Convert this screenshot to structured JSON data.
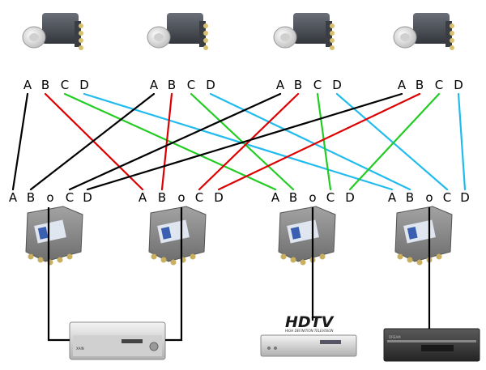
{
  "diagram": {
    "lnbs": [
      {
        "ports": [
          "A",
          "B",
          "C",
          "D"
        ]
      },
      {
        "ports": [
          "A",
          "B",
          "C",
          "D"
        ]
      },
      {
        "ports": [
          "A",
          "B",
          "C",
          "D"
        ]
      },
      {
        "ports": [
          "A",
          "B",
          "C",
          "D"
        ]
      }
    ],
    "switches": [
      {
        "ports": [
          "A",
          "B",
          "o",
          "C",
          "D"
        ]
      },
      {
        "ports": [
          "A",
          "B",
          "o",
          "C",
          "D"
        ]
      },
      {
        "ports": [
          "A",
          "B",
          "o",
          "C",
          "D"
        ]
      },
      {
        "ports": [
          "A",
          "B",
          "o",
          "C",
          "D"
        ]
      }
    ],
    "receivers": [
      {
        "type": "slim-receiver",
        "brand": "XAIN"
      },
      {
        "type": "hdtv-receiver",
        "badge": "HDTV",
        "badge_sub": "HIGH DEFINITION TELEVISION"
      },
      {
        "type": "dreambox-receiver",
        "brand": "DREAM"
      }
    ],
    "connections": [
      {
        "lnb": 0,
        "port": "A",
        "switch": 0,
        "switch_port": "A",
        "color": "#000000"
      },
      {
        "lnb": 0,
        "port": "B",
        "switch": 1,
        "switch_port": "A",
        "color": "#dd0000"
      },
      {
        "lnb": 0,
        "port": "C",
        "switch": 2,
        "switch_port": "A",
        "color": "#22cc22"
      },
      {
        "lnb": 0,
        "port": "D",
        "switch": 3,
        "switch_port": "A",
        "color": "#22bbee"
      },
      {
        "lnb": 1,
        "port": "A",
        "switch": 0,
        "switch_port": "B",
        "color": "#000000"
      },
      {
        "lnb": 1,
        "port": "B",
        "switch": 1,
        "switch_port": "B",
        "color": "#dd0000"
      },
      {
        "lnb": 1,
        "port": "C",
        "switch": 2,
        "switch_port": "B",
        "color": "#22cc22"
      },
      {
        "lnb": 1,
        "port": "D",
        "switch": 3,
        "switch_port": "B",
        "color": "#22bbee"
      },
      {
        "lnb": 2,
        "port": "A",
        "switch": 0,
        "switch_port": "C",
        "color": "#000000"
      },
      {
        "lnb": 2,
        "port": "B",
        "switch": 1,
        "switch_port": "C",
        "color": "#dd0000"
      },
      {
        "lnb": 2,
        "port": "C",
        "switch": 2,
        "switch_port": "C",
        "color": "#22cc22"
      },
      {
        "lnb": 2,
        "port": "D",
        "switch": 3,
        "switch_port": "C",
        "color": "#22bbee"
      },
      {
        "lnb": 3,
        "port": "A",
        "switch": 0,
        "switch_port": "D",
        "color": "#000000"
      },
      {
        "lnb": 3,
        "port": "B",
        "switch": 1,
        "switch_port": "D",
        "color": "#dd0000"
      },
      {
        "lnb": 3,
        "port": "C",
        "switch": 2,
        "switch_port": "D",
        "color": "#22cc22"
      },
      {
        "lnb": 3,
        "port": "D",
        "switch": 3,
        "switch_port": "D",
        "color": "#22bbee"
      }
    ],
    "outputs": [
      {
        "switch": 0,
        "receiver": 0
      },
      {
        "switch": 1,
        "receiver": 0
      },
      {
        "switch": 2,
        "receiver": 1
      },
      {
        "switch": 3,
        "receiver": 2
      }
    ]
  }
}
